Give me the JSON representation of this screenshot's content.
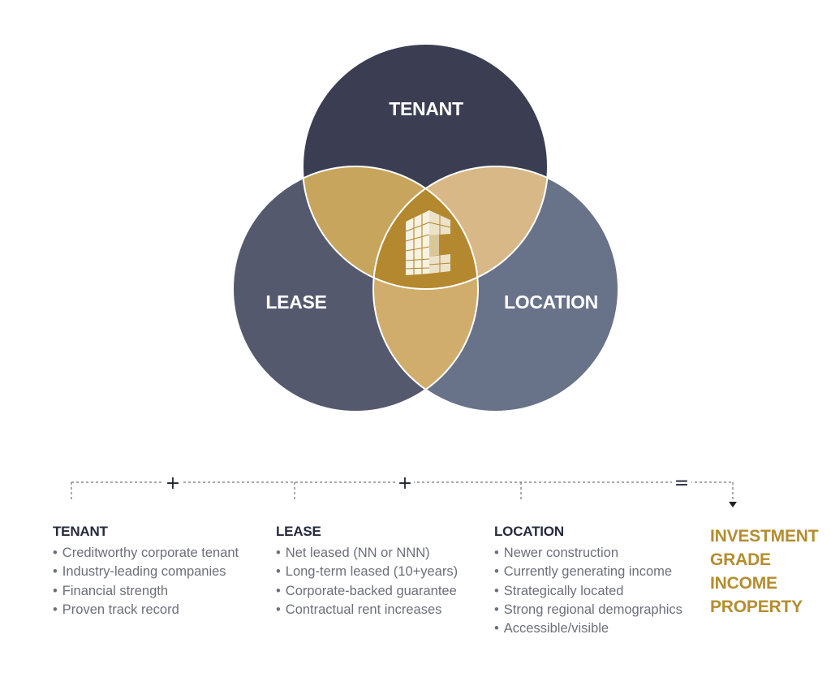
{
  "diagram": {
    "circles": [
      {
        "id": "tenant",
        "label": "TENANT",
        "color": "#3b3e52"
      },
      {
        "id": "lease",
        "label": "LEASE",
        "color": "#55596d"
      },
      {
        "id": "location",
        "label": "LOCATION",
        "color": "#687289"
      }
    ],
    "overlap_colors": {
      "tenant_lease": "#c8a55c",
      "tenant_location": "#d8b887",
      "lease_location": "#d1ad6d",
      "center": "#b3882e"
    },
    "center_icon": "building-logo-icon"
  },
  "flow": {
    "operators": [
      "+",
      "+",
      "="
    ]
  },
  "columns": [
    {
      "title": "TENANT",
      "items": [
        "Creditworthy corporate tenant",
        "Industry-leading companies",
        "Financial strength",
        "Proven track record"
      ]
    },
    {
      "title": "LEASE",
      "items": [
        "Net leased (NN or NNN)",
        "Long-term leased (10+years)",
        "Corporate-backed guarantee",
        "Contractual rent increases"
      ]
    },
    {
      "title": "LOCATION",
      "items": [
        "Newer construction",
        "Currently generating income",
        "Strategically located",
        "Strong regional demographics",
        "Accessible/visible"
      ]
    }
  ],
  "result": {
    "lines": [
      "INVESTMENT",
      "GRADE",
      "INCOME",
      "PROPERTY"
    ],
    "color": "#b38d2f"
  }
}
